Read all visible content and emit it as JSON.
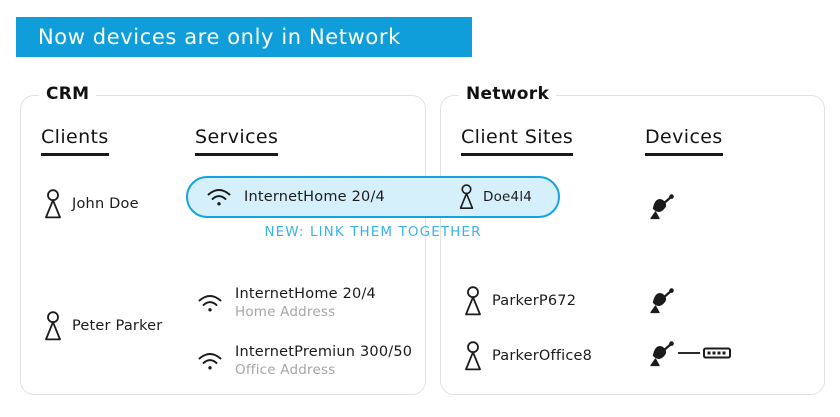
{
  "banner": {
    "text": "Now devices are only in Network",
    "background_color": "#0f9ed9",
    "text_color": "#ffffff"
  },
  "panels": {
    "crm": {
      "legend": "CRM",
      "columns": {
        "clients": "Clients",
        "services": "Services"
      },
      "clients": [
        {
          "icon": "person-icon",
          "name": "John Doe"
        },
        {
          "icon": "person-icon",
          "name": "Peter Parker"
        }
      ],
      "services": [
        {
          "icon": "wifi-icon",
          "title": "InternetHome 20/4",
          "subtitle": ""
        },
        {
          "icon": "wifi-icon",
          "title": "InternetHome 20/4",
          "subtitle": "Home Address"
        },
        {
          "icon": "wifi-icon",
          "title": "InternetPremiun 300/50",
          "subtitle": "Office Address"
        }
      ]
    },
    "network": {
      "legend": "Network",
      "columns": {
        "client_sites": "Client Sites",
        "devices": "Devices"
      },
      "client_sites": [
        {
          "icon": "person-icon",
          "name": "Doe4l4"
        },
        {
          "icon": "person-icon",
          "name": "ParkerP672"
        },
        {
          "icon": "person-icon",
          "name": "ParkerOffice8"
        }
      ],
      "devices": [
        {
          "icons": [
            "satellite-dish-icon"
          ]
        },
        {
          "icons": [
            "satellite-dish-icon"
          ]
        },
        {
          "icons": [
            "satellite-dish-icon",
            "connector-line",
            "router-icon"
          ]
        }
      ]
    }
  },
  "link_highlight": {
    "service_label": "InternetHome 20/4",
    "site_label": "Doe4l4",
    "note": "NEW: LINK THEM TOGETHER",
    "fill_color": "#d6f0fb",
    "border_color": "#14a3e0",
    "note_color": "#3bb3e8"
  }
}
